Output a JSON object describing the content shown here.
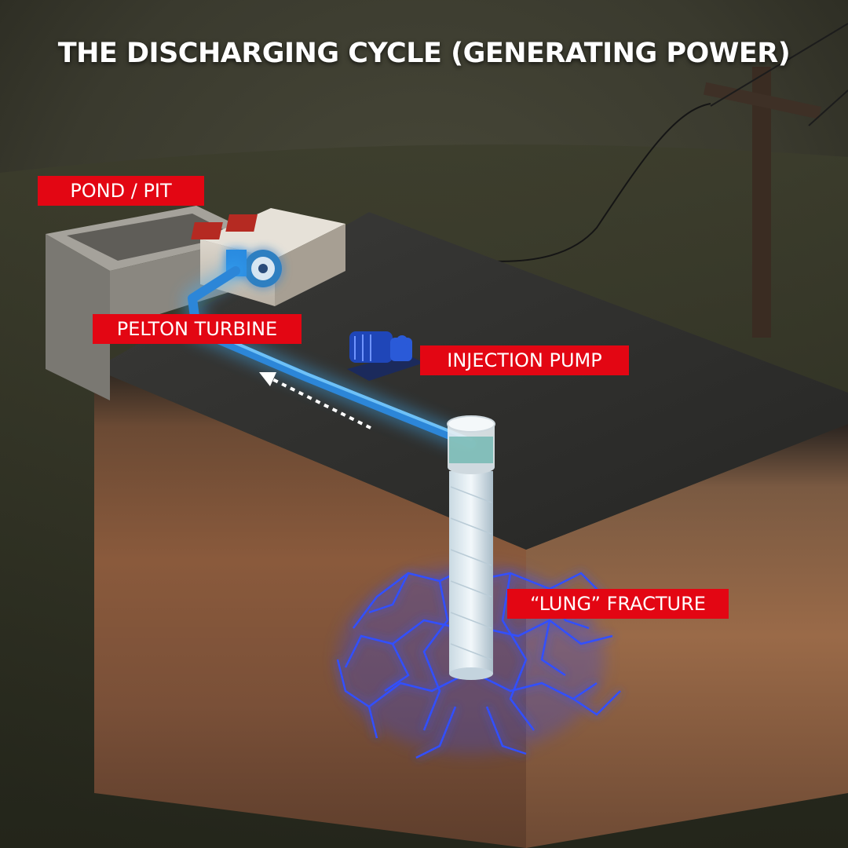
{
  "title": "THE DISCHARGING CYCLE (GENERATING POWER)",
  "labels": {
    "pond": "POND / PIT",
    "turbine": "PELTON TURBINE",
    "pump": "INJECTION PUMP",
    "fracture": "“LUNG” FRACTURE"
  },
  "icons": [
    "pelton-turbine-icon",
    "injection-pump-icon",
    "flow-arrow-icon",
    "utility-pole-icon"
  ],
  "colors": {
    "label_bg": "#e30613",
    "water_glow": "#3fb4ff",
    "fracture_glow": "#2a45ff",
    "title_text": "#ffffff"
  }
}
